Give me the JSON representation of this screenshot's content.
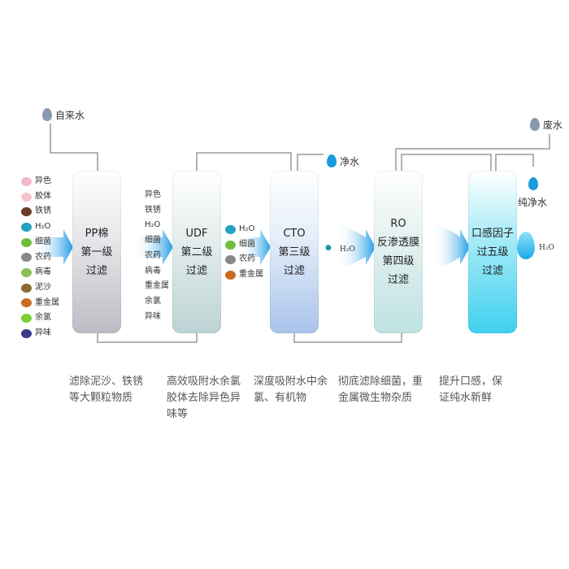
{
  "inputs": {
    "tap_water": "自来水",
    "waste_water": "废水",
    "clean_water": "净水",
    "pure_water": "纯净水"
  },
  "stage1_contaminants": [
    "异色",
    "胶体",
    "铁锈",
    "H₂O",
    "细菌",
    "农药",
    "病毒",
    "泥沙",
    "重金属",
    "余氯",
    "异味"
  ],
  "stage2_contaminants": [
    "异色",
    "铁锈",
    "H₂O",
    "细菌",
    "农药",
    "病毒",
    "重金属",
    "余氯",
    "异味"
  ],
  "stage3_contaminants": [
    "H₂O",
    "细菌",
    "农药",
    "重金属"
  ],
  "stage4_input": "H₂O",
  "stage5_output": "H₂O",
  "filters": [
    {
      "lines": [
        "PP棉",
        "第一级",
        "过滤"
      ]
    },
    {
      "lines": [
        "UDF",
        "第二级",
        "过滤"
      ]
    },
    {
      "lines": [
        "CTO",
        "第三级",
        "过滤"
      ]
    },
    {
      "lines": [
        "RO",
        "反渗透膜",
        "第四级",
        "过滤"
      ]
    },
    {
      "lines": [
        "口感因子",
        "过五级",
        "过滤"
      ]
    }
  ],
  "descriptions": [
    "滤除泥沙、铁锈等大颗粒物质",
    "高效吸附水余氯胶体去除异色异味等",
    "深度吸附水中余氯、有机物",
    "彻底滤除细菌，重金属微生物杂质",
    "提升口感，保证纯水新鲜"
  ],
  "colors": {
    "pipe": "#999999",
    "drop_blue": "#1a9be0",
    "drop_gray": "#8a9aae"
  }
}
